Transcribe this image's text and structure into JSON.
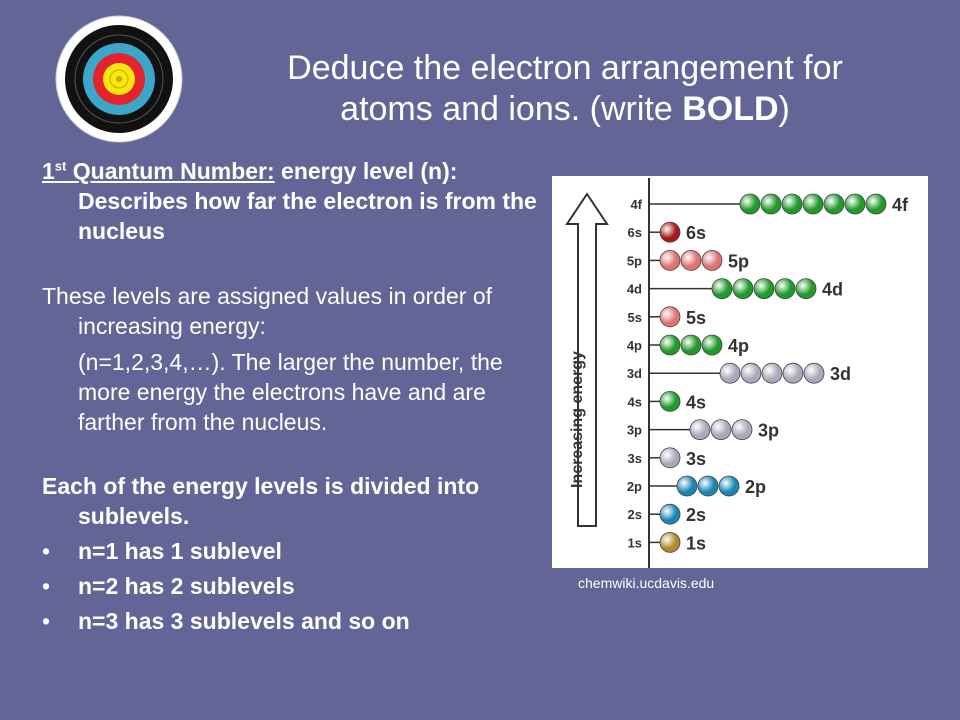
{
  "title": {
    "line1": "Deduce the electron arrangement for",
    "line2_prefix": "atoms and ions. (write ",
    "line2_bold": "BOLD",
    "line2_suffix": ")"
  },
  "quantum": {
    "num": "1",
    "sup": "st",
    "label": " Quantum Number:",
    "desc": " energy level (n):  Describes how far the electron is from the nucleus"
  },
  "levels": {
    "intro": "These levels are assigned values in order of increasing energy:",
    "detail": "(n=1,2,3,4,…). The larger the number, the more energy the electrons have and are farther from the nucleus."
  },
  "sublevels": {
    "intro": "Each of the energy levels is divided into sublevels.",
    "bullet_glyph": "•",
    "items": [
      "n=1 has 1 sublevel",
      "n=2 has 2 sublevels",
      "n=3 has 3 sublevels and so on"
    ]
  },
  "diagram": {
    "axis_label": "Increasing energy",
    "rows": [
      {
        "label": "4f",
        "tag": "4f",
        "count": 7,
        "color": "#1f9a2b"
      },
      {
        "label": "6s",
        "tag": "6s",
        "count": 1,
        "color": "#a81818"
      },
      {
        "label": "5p",
        "tag": "5p",
        "count": 3,
        "color": "#e07272"
      },
      {
        "label": "4d",
        "tag": "4d",
        "count": 5,
        "color": "#1f9a2b"
      },
      {
        "label": "5s",
        "tag": "5s",
        "count": 1,
        "color": "#e07272"
      },
      {
        "label": "4p",
        "tag": "4p",
        "count": 3,
        "color": "#1f9a2b"
      },
      {
        "label": "3d",
        "tag": "3d",
        "count": 5,
        "color": "#a9a9bd"
      },
      {
        "label": "4s",
        "tag": "4s",
        "count": 1,
        "color": "#1f9a2b"
      },
      {
        "label": "3p",
        "tag": "3p",
        "count": 3,
        "color": "#a9a9bd"
      },
      {
        "label": "3s",
        "tag": "3s",
        "count": 1,
        "color": "#a9a9bd"
      },
      {
        "label": "2p",
        "tag": "2p",
        "count": 3,
        "color": "#1a86b6"
      },
      {
        "label": "2s",
        "tag": "2s",
        "count": 1,
        "color": "#1a86b6"
      },
      {
        "label": "1s",
        "tag": "1s",
        "count": 1,
        "color": "#b08a2a"
      }
    ]
  },
  "credit": "chemwiki.ucdavis.edu",
  "colors": {
    "background": "#646597",
    "target_rings": [
      "#ffffff",
      "#111111",
      "#3aa7c9",
      "#e5232d",
      "#f6e70f"
    ]
  }
}
